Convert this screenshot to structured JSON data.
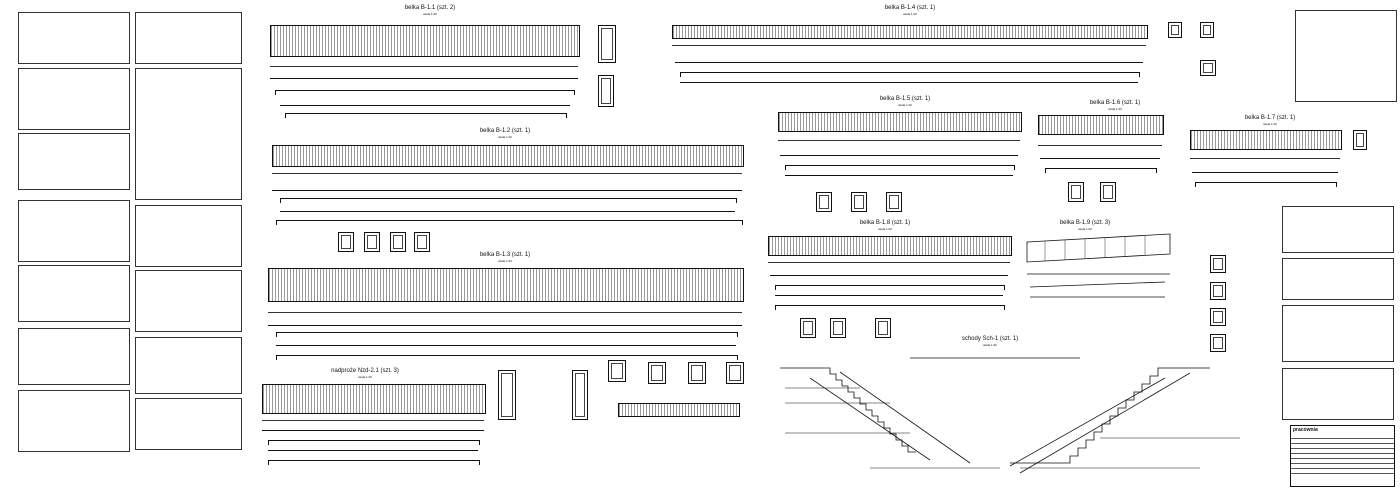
{
  "drawing_titles": {
    "b1": "belka B-1.1 (szt. 2)",
    "b2": "belka B-1.2 (szt. 1)",
    "b3": "belka B-1.3 (szt. 1)",
    "b4": "belka B-1.4 (szt. 1)",
    "b5": "belka B-1.5 (szt. 1)",
    "b6": "belka B-1.6 (szt. 1)",
    "b7": "belka B-1.7 (szt. 1)",
    "b8": "belka B-1.8 (szt. 1)",
    "b9": "belka B-1.9 (szt. 3)",
    "nadproze": "nadproże Nzd-2.1 (szt. 3)",
    "schody": "schody Sch-1 (szt. 1)",
    "scale": "skala 1:20"
  },
  "title_block": {
    "logo": "pracownia"
  },
  "colors": {
    "line": "#111111",
    "background": "#ffffff"
  }
}
